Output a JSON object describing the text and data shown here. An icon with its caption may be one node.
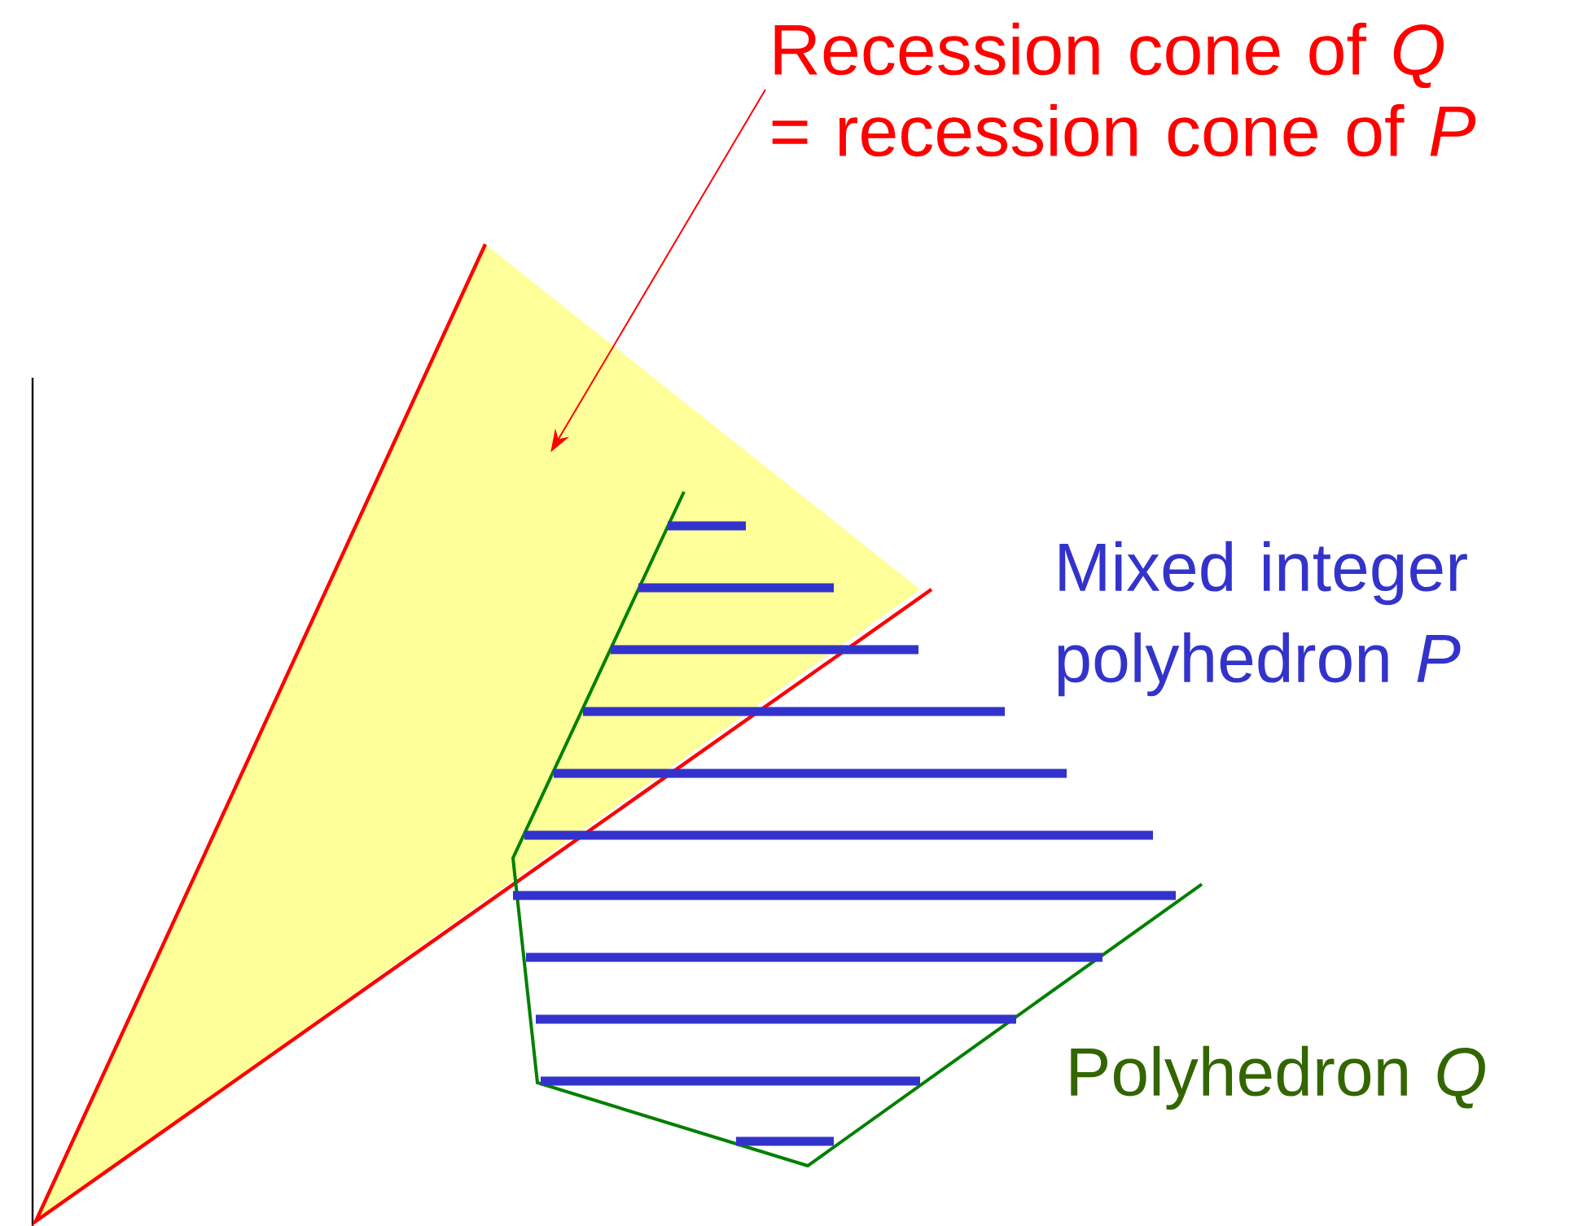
{
  "diagram": {
    "nodes": [
      {
        "text": [
          "Recession cone of *Q* = recession cone of *P*"
        ]
      },
      {
        "text": [],
        "shape": "triangle"
      }
    ],
    "edges": [
      {
        "from": 0,
        "to": 1,
        "arrow": "to",
        "color": "#ff0000"
      }
    ],
    "labels": [
      "Mixed integer polyhedron *P*",
      "Polyhedron *Q*"
    ]
  }
}
